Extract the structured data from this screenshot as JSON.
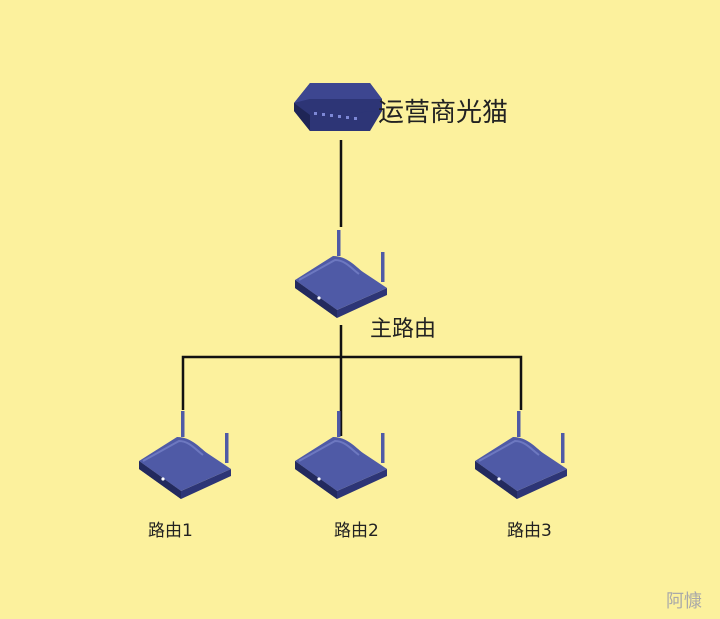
{
  "nodes": {
    "modem": {
      "label": "运营商光猫",
      "icon": "optical-modem-icon"
    },
    "main_router": {
      "label": "主路由",
      "icon": "router-icon"
    },
    "router1": {
      "label": "路由1",
      "icon": "router-icon"
    },
    "router2": {
      "label": "路由2",
      "icon": "router-icon"
    },
    "router3": {
      "label": "路由3",
      "icon": "router-icon"
    }
  },
  "watermark": "阿慷",
  "colors": {
    "background": "#fcf19d",
    "device_face": "#4f5aa6",
    "device_side": "#2d3576",
    "device_dark": "#232a5e",
    "link": "#111111"
  }
}
